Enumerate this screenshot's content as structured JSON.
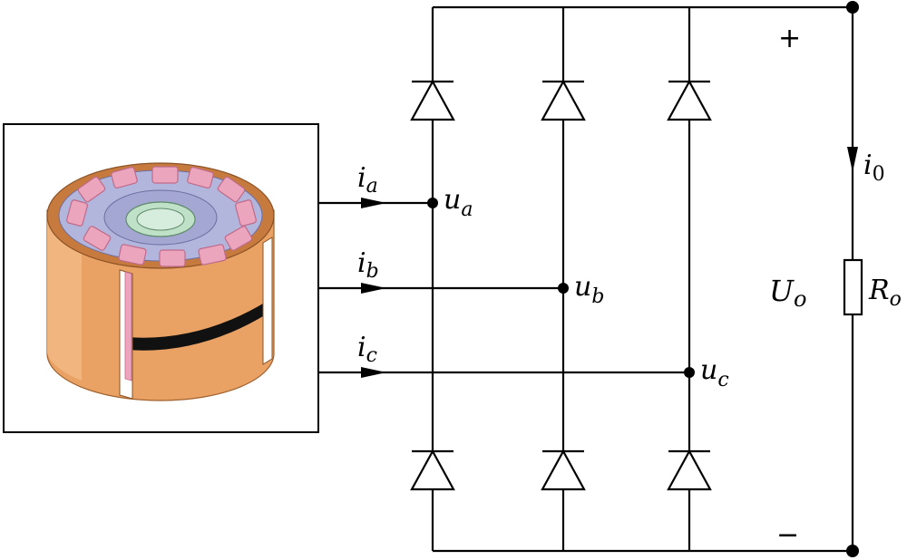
{
  "generator": {
    "icon": "multi-coil-generator-cutaway",
    "colors": {
      "housing": "#e9a264",
      "housing_dark": "#c77a3d",
      "stator": "#b3b6dc",
      "coils": "#eba5bd",
      "coil_edges": "#c06a8a",
      "hub": "#bfe1c8",
      "band": "#111111"
    }
  },
  "currents": {
    "a": {
      "sym": "i",
      "sub": "a"
    },
    "b": {
      "sym": "i",
      "sub": "b"
    },
    "c": {
      "sym": "i",
      "sub": "c"
    }
  },
  "node_voltages": {
    "a": {
      "sym": "u",
      "sub": "a"
    },
    "b": {
      "sym": "u",
      "sub": "b"
    },
    "c": {
      "sym": "u",
      "sub": "c"
    }
  },
  "output": {
    "current": {
      "sym": "i",
      "sub": "0"
    },
    "voltage": {
      "sym": "U",
      "sub": "o"
    },
    "resistor": {
      "sym": "R",
      "sub": "o"
    },
    "plus": "+",
    "minus": "−"
  },
  "diodes": {
    "upper_count": 3,
    "lower_count": 3
  }
}
